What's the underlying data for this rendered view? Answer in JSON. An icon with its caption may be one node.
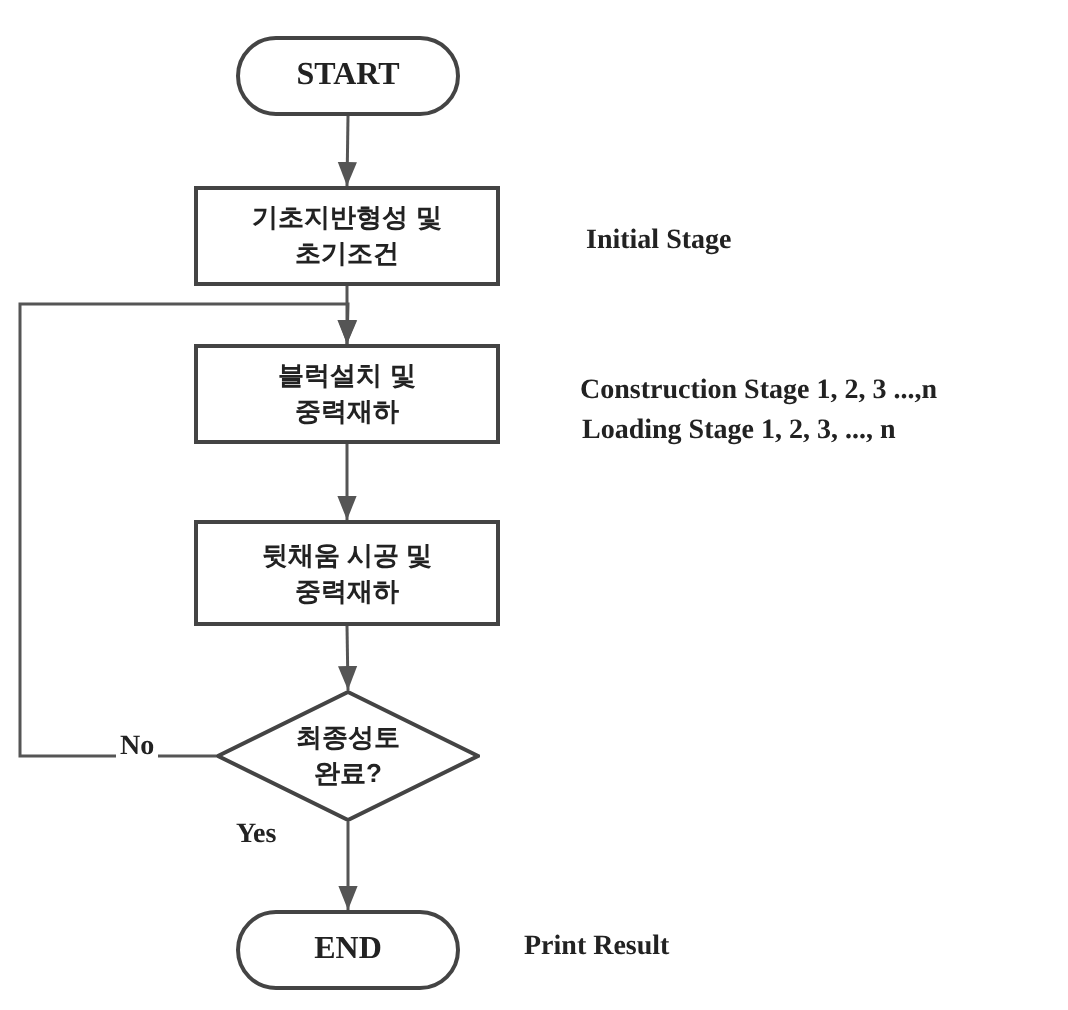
{
  "diagram": {
    "nodes": [
      {
        "text": [
          "START"
        ]
      },
      {
        "text": [
          "기초지반형성 및 초기조건"
        ],
        "beside": [
          "Initial Stage"
        ]
      },
      {
        "text": [
          "블럭설치 및 중력재하"
        ],
        "beside": [
          "Construction Stage 1, 2, 3 ...,n",
          "Loading Stage 1, 2, 3, ..., n"
        ]
      },
      {
        "text": [
          "뒷채움 시공 및 중력재하"
        ]
      },
      {
        "text": [
          "최종성토 완료?"
        ]
      },
      {
        "text": [
          "END"
        ],
        "beside": [
          "Print Result"
        ]
      }
    ],
    "edges": [
      {
        "from": 0,
        "to": 1,
        "arrow": "to"
      },
      {
        "from": 1,
        "to": 2,
        "arrow": "to"
      },
      {
        "from": 2,
        "to": 3,
        "arrow": "to"
      },
      {
        "from": 3,
        "to": 4,
        "arrow": "to"
      },
      {
        "from": 4,
        "to": 2,
        "label": "No",
        "arrow": "to"
      },
      {
        "from": 4,
        "to": 5,
        "label": "Yes",
        "arrow": "to"
      }
    ]
  }
}
